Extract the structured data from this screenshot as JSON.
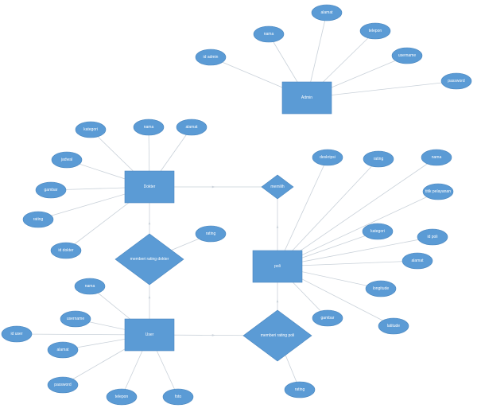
{
  "diagram": {
    "entities": [
      {
        "id": "admin",
        "label": "Admin"
      },
      {
        "id": "doctor",
        "label": "Dokter"
      },
      {
        "id": "poli",
        "label": "poli"
      },
      {
        "id": "user",
        "label": "User"
      }
    ],
    "relationships": [
      {
        "id": "memilih",
        "label": "memilih"
      },
      {
        "id": "rating-dokter",
        "label": "memberi rating dokter"
      },
      {
        "id": "rating-poli",
        "label": "memberi rating poli"
      }
    ],
    "attributes": [
      {
        "id": "a-admin-nama",
        "owner": "admin",
        "label": "nama"
      },
      {
        "id": "a-admin-alamat",
        "owner": "admin",
        "label": "alamat"
      },
      {
        "id": "a-admin-id",
        "owner": "admin",
        "label": "id admin"
      },
      {
        "id": "a-admin-telepon",
        "owner": "admin",
        "label": "telepon"
      },
      {
        "id": "a-admin-username",
        "owner": "admin",
        "label": "username"
      },
      {
        "id": "a-admin-password",
        "owner": "admin",
        "label": "password"
      },
      {
        "id": "a-doc-kategori",
        "owner": "doctor",
        "label": "kategori"
      },
      {
        "id": "a-doc-nama",
        "owner": "doctor",
        "label": "nama"
      },
      {
        "id": "a-doc-alamat",
        "owner": "doctor",
        "label": "alamat"
      },
      {
        "id": "a-doc-jadwal",
        "owner": "doctor",
        "label": "jadwal"
      },
      {
        "id": "a-doc-gambar",
        "owner": "doctor",
        "label": "gambar"
      },
      {
        "id": "a-doc-rating",
        "owner": "doctor",
        "label": "rating"
      },
      {
        "id": "a-doc-id",
        "owner": "doctor",
        "label": "id dokter"
      },
      {
        "id": "a-poli-deskripsi",
        "owner": "poli",
        "label": "deskripsi"
      },
      {
        "id": "a-poli-rating",
        "owner": "poli",
        "label": "rating"
      },
      {
        "id": "a-poli-nama",
        "owner": "poli",
        "label": "nama"
      },
      {
        "id": "a-poli-titik",
        "owner": "poli",
        "label": "titik pelayanan"
      },
      {
        "id": "a-poli-kategori",
        "owner": "poli",
        "label": "kategori"
      },
      {
        "id": "a-poli-id",
        "owner": "poli",
        "label": "id poli"
      },
      {
        "id": "a-poli-alamat",
        "owner": "poli",
        "label": "alamat"
      },
      {
        "id": "a-poli-longitude",
        "owner": "poli",
        "label": "longitude"
      },
      {
        "id": "a-poli-gambar",
        "owner": "poli",
        "label": "gambar"
      },
      {
        "id": "a-poli-latitude",
        "owner": "poli",
        "label": "latitude"
      },
      {
        "id": "a-rd-rating",
        "owner": "rating-dokter",
        "label": "rating"
      },
      {
        "id": "a-rp-rating",
        "owner": "rating-poli",
        "label": "rating"
      },
      {
        "id": "a-user-nama",
        "owner": "user",
        "label": "nama"
      },
      {
        "id": "a-user-username",
        "owner": "user",
        "label": "username"
      },
      {
        "id": "a-user-id",
        "owner": "user",
        "label": "id user"
      },
      {
        "id": "a-user-alamat",
        "owner": "user",
        "label": "alamat"
      },
      {
        "id": "a-user-password",
        "owner": "user",
        "label": "password"
      },
      {
        "id": "a-user-telepon",
        "owner": "user",
        "label": "telepon"
      },
      {
        "id": "a-user-foto",
        "owner": "user",
        "label": "foto"
      }
    ],
    "connections": [
      [
        "doctor",
        "memilih"
      ],
      [
        "poli",
        "memilih"
      ],
      [
        "user",
        "rating-dokter"
      ],
      [
        "rating-dokter",
        "doctor"
      ],
      [
        "user",
        "rating-poli"
      ],
      [
        "rating-poli",
        "poli"
      ]
    ],
    "colors": {
      "shape_fill": "#5b9bd5",
      "shape_stroke": "#4a86be",
      "connector": "#c9d1d9",
      "text": "#ffffff",
      "background": "#ffffff"
    }
  }
}
